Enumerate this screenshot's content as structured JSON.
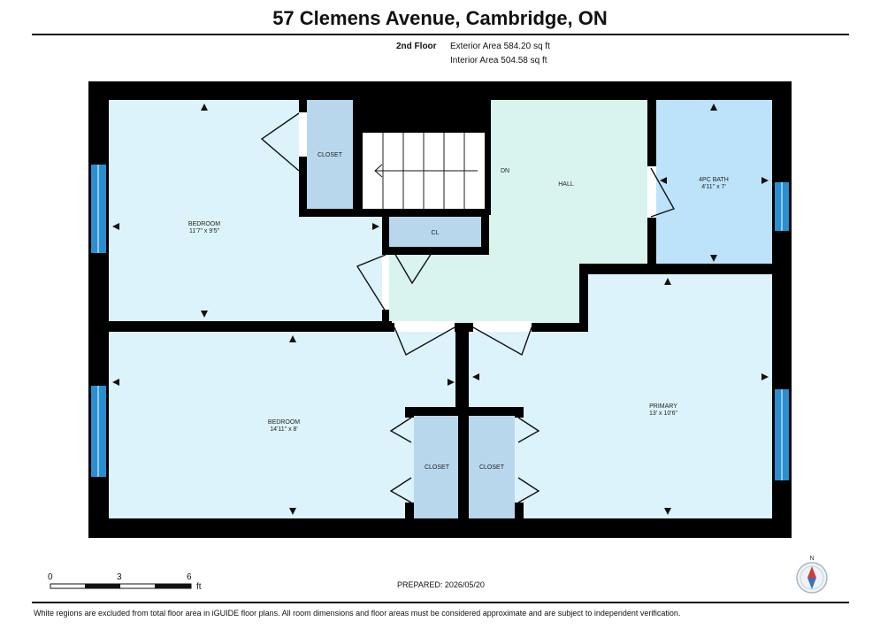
{
  "header": {
    "title": "57 Clemens Avenue, Cambridge, ON"
  },
  "floor": {
    "name": "2nd Floor",
    "exterior_area": "Exterior Area 584.20 sq ft",
    "interior_area": "Interior Area 504.58 sq ft"
  },
  "rooms": {
    "bedroom1": {
      "name": "BEDROOM",
      "dims": "11'7\" x 9'5\""
    },
    "bedroom2": {
      "name": "BEDROOM",
      "dims": "14'11\" x 8'"
    },
    "primary": {
      "name": "PRIMARY",
      "dims": "13' x 10'6\""
    },
    "bath": {
      "name": "4PC BATH",
      "dims": "4'11\" x 7'"
    },
    "hall": {
      "name": "HALL"
    },
    "closet_top": {
      "name": "CLOSET"
    },
    "cl": {
      "name": "CL"
    },
    "closet_left": {
      "name": "CLOSET"
    },
    "closet_right": {
      "name": "CLOSET"
    },
    "stairs": {
      "label": "DN"
    }
  },
  "scale": {
    "ticks": [
      "0",
      "3",
      "6"
    ],
    "unit": "ft"
  },
  "prepared": "PREPARED: 2026/05/20",
  "compass": {
    "label": "N"
  },
  "footer": {
    "note": "White regions are excluded from total floor area in iGUIDE floor plans. All room dimensions and floor areas must be considered approximate and are subject to independent verification."
  },
  "colors": {
    "wall": "#000000",
    "room_fill": "#ddf3fb",
    "hall_fill": "#d9f4ef",
    "closet_fill": "#b9d7ec",
    "bath_fill": "#bde3fa",
    "window": "#2a8fd0"
  }
}
